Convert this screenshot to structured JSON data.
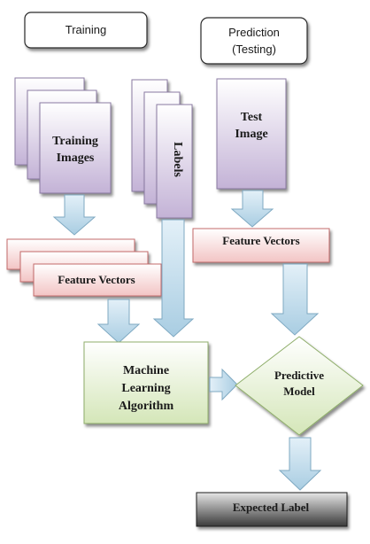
{
  "headers": {
    "training": "Training",
    "prediction_line1": "Prediction",
    "prediction_line2": "(Testing)"
  },
  "stacks": {
    "training_images_line1": "Training",
    "training_images_line2": "Images",
    "labels": "Labels",
    "test_image_line1": "Test",
    "test_image_line2": "Image"
  },
  "feature_vectors": {
    "train": "Feature Vectors",
    "test": "Feature Vectors"
  },
  "algorithm": {
    "line1": "Machine",
    "line2": "Learning",
    "line3": "Algorithm"
  },
  "model": {
    "line1": "Predictive",
    "line2": "Model"
  },
  "output": {
    "label": "Expected Label"
  },
  "colors": {
    "purple_top": "#ffffff",
    "purple_bottom": "#c3b2d6",
    "red_top": "#ffffff",
    "red_bottom": "#f2c4c4",
    "green_top": "#ffffff",
    "green_bottom": "#d4e6b8",
    "arrow": "#b7d7ea",
    "arrow_stroke": "#7fa9c2",
    "dark_top": "#dcdcdc",
    "dark_bottom": "#3f3f3f"
  }
}
